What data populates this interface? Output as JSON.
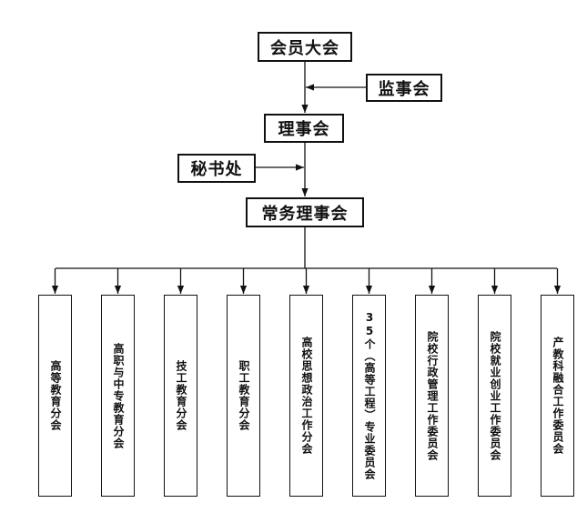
{
  "top": {
    "general_assembly": "会员大会",
    "supervisory_board": "监事会",
    "council": "理事会",
    "secretariat": "秘书处",
    "standing_council": "常务理事会"
  },
  "branches": [
    "高等教育分会",
    "高职与中专教育分会",
    "技工教育分会",
    "职工教育分会",
    "高校思想政治工作分会",
    "35个（高等工程）专业委员会",
    "院校行政管理工作委员会",
    "院校就业创业工作委员会",
    "产教科融合工作委员会"
  ],
  "colors": {
    "line": "#111111",
    "box_border": "#111111",
    "background": "#ffffff"
  }
}
